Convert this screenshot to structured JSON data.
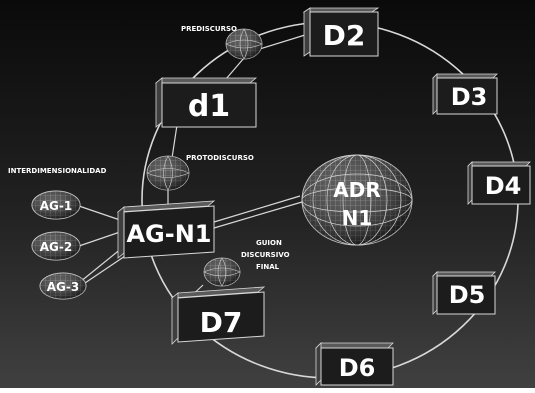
{
  "labels": {
    "prediscurso": "PREDISCURSO",
    "protodiscurso": "PROTODISCURSO",
    "interdimensionalidad": "INTERDIMENSIONALIDAD",
    "guion_line1": "GUION",
    "guion_line2": "DISCURSIVO",
    "guion_line3": "FINAL"
  },
  "boxes": {
    "d2": "D2",
    "d3": "D3",
    "d4": "D4",
    "d5": "D5",
    "d6": "D6",
    "d7": "D7",
    "d1": "d1",
    "agn1": "AG-N1"
  },
  "adr": {
    "line1": "ADR",
    "line2": "N1"
  },
  "ag_nodes": {
    "ag1": "AG-1",
    "ag2": "AG-2",
    "ag3": "AG-3"
  },
  "colors": {
    "background_top": "#0d0d0d",
    "background_bottom": "#3a3a3a",
    "box_face": "#1e1e1e",
    "box_side": "#4a4a4a",
    "stroke": "#d8d8d8",
    "text": "#ffffff"
  }
}
